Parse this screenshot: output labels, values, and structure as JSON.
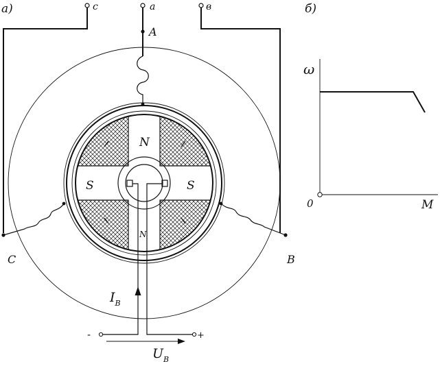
{
  "figure": {
    "panel_a": "а)",
    "panel_b": "б)",
    "terminals": {
      "c": "c",
      "a": "a",
      "b": "в"
    },
    "phases": {
      "A": "A",
      "B": "B",
      "C": "C"
    },
    "poles": {
      "north_top": "N",
      "north_bottom": "N",
      "south_left": "S",
      "south_right": "S"
    },
    "excitation": {
      "current": "I",
      "current_sub": "B",
      "voltage": "U",
      "voltage_sub": "B",
      "minus": "-",
      "plus": "+"
    }
  },
  "chart_data": {
    "type": "line",
    "ylabel": "ω",
    "xlabel": "M",
    "origin_label": "0",
    "series": [
      {
        "x": [
          0,
          0.8,
          0.9
        ],
        "y": [
          0.75,
          0.75,
          0.6
        ]
      }
    ],
    "xlim": [
      0,
      1
    ],
    "ylim": [
      0,
      1
    ],
    "grid": false
  },
  "colors": {
    "ink": "#111111",
    "hatch": "#222222",
    "paper": "#ffffff"
  }
}
